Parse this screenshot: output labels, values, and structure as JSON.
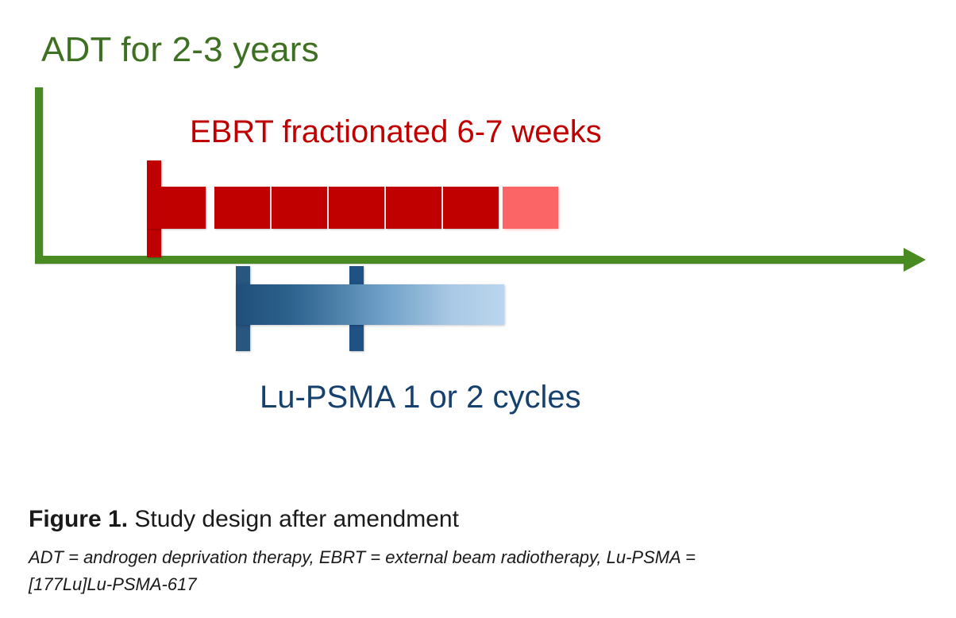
{
  "figure": {
    "timeline": {
      "adt_label": "ADT for 2-3 years",
      "ebrt_label": "EBRT fractionated 6-7 weeks",
      "lu_label": "Lu-PSMA 1 or 2 cycles"
    },
    "caption": {
      "figure_number": "Figure 1.",
      "title": " Study design after amendment",
      "abbrev_line_1": "ADT = androgen deprivation therapy, EBRT = external beam radiotherapy, Lu-PSMA =",
      "abbrev_line_2": "[177Lu]Lu-PSMA-617"
    },
    "colors": {
      "adt_green": "#4A8A22",
      "adt_green_text": "#3E7021",
      "ebrt_red": "#C00000",
      "ebrt_red_faded": "#FC6565",
      "lu_blue_dark": "#1F4E79",
      "lu_blue_light": "#BBD6EE",
      "lu_blue_text": "#16416E"
    }
  },
  "chart_data": {
    "type": "timeline",
    "title": "Study design after amendment",
    "tracks": [
      {
        "name": "ADT",
        "label": "ADT for 2-3 years",
        "color": "#4A8A22",
        "render": "axis-with-arrow",
        "duration_text": "2-3 years"
      },
      {
        "name": "EBRT",
        "label": "EBRT fractionated 6-7 weeks",
        "color": "#C00000",
        "render": "fraction-blocks",
        "duration_text": "6-7 weeks",
        "blocks": [
          {
            "index": 1,
            "state": "delivered"
          },
          {
            "index": 2,
            "state": "delivered"
          },
          {
            "index": 3,
            "state": "delivered"
          },
          {
            "index": 4,
            "state": "delivered"
          },
          {
            "index": 5,
            "state": "delivered"
          },
          {
            "index": 6,
            "state": "delivered"
          },
          {
            "index": 7,
            "state": "optional"
          }
        ]
      },
      {
        "name": "Lu-PSMA",
        "label": "Lu-PSMA 1 or 2 cycles",
        "color": "#1F4E79",
        "render": "gradient-bar-with-cycle-markers",
        "cycles_text": "1 or 2 cycles",
        "cycle_markers": [
          1,
          2
        ]
      }
    ]
  }
}
